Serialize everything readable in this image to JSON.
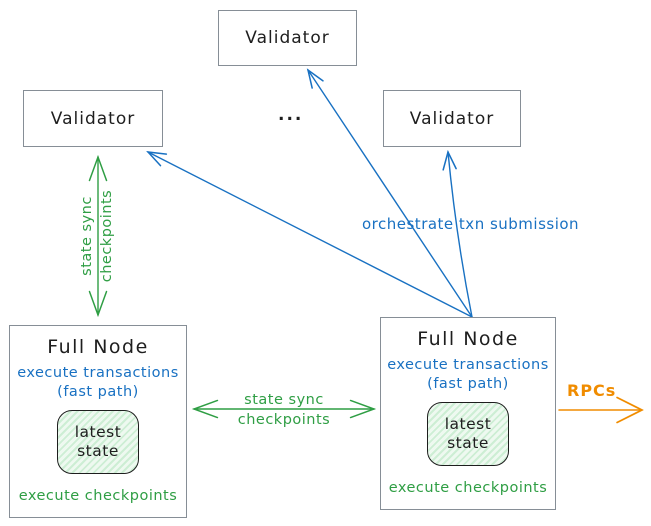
{
  "diagram": {
    "validators": [
      {
        "label": "Validator"
      },
      {
        "label": "Validator"
      },
      {
        "label": "Validator"
      }
    ],
    "ellipsis": "...",
    "full_nodes": [
      {
        "title": "Full Node",
        "blue_line_1": "execute transactions",
        "blue_line_2": "(fast path)",
        "state_line_1": "latest",
        "state_line_2": "state",
        "footer": "execute checkpoints"
      },
      {
        "title": "Full Node",
        "blue_line_1": "execute transactions",
        "blue_line_2": "(fast path)",
        "state_line_1": "latest",
        "state_line_2": "state",
        "footer": "execute checkpoints"
      }
    ],
    "labels": {
      "state_sync_vertical_line_1": "state sync",
      "state_sync_vertical_line_2": "checkpoints",
      "state_sync_horizontal_line_1": "state sync",
      "state_sync_horizontal_line_2": "checkpoints",
      "orchestrate": "orchestrate txn submission",
      "rpcs": "RPCs"
    },
    "colors": {
      "blue": "#1971c2",
      "green": "#2f9e44",
      "orange": "#f08c00",
      "box_border": "#868e96",
      "ink": "#1e1e1e",
      "state_fill_light": "#eef9f0",
      "state_hatch": "#cdeed4"
    }
  }
}
